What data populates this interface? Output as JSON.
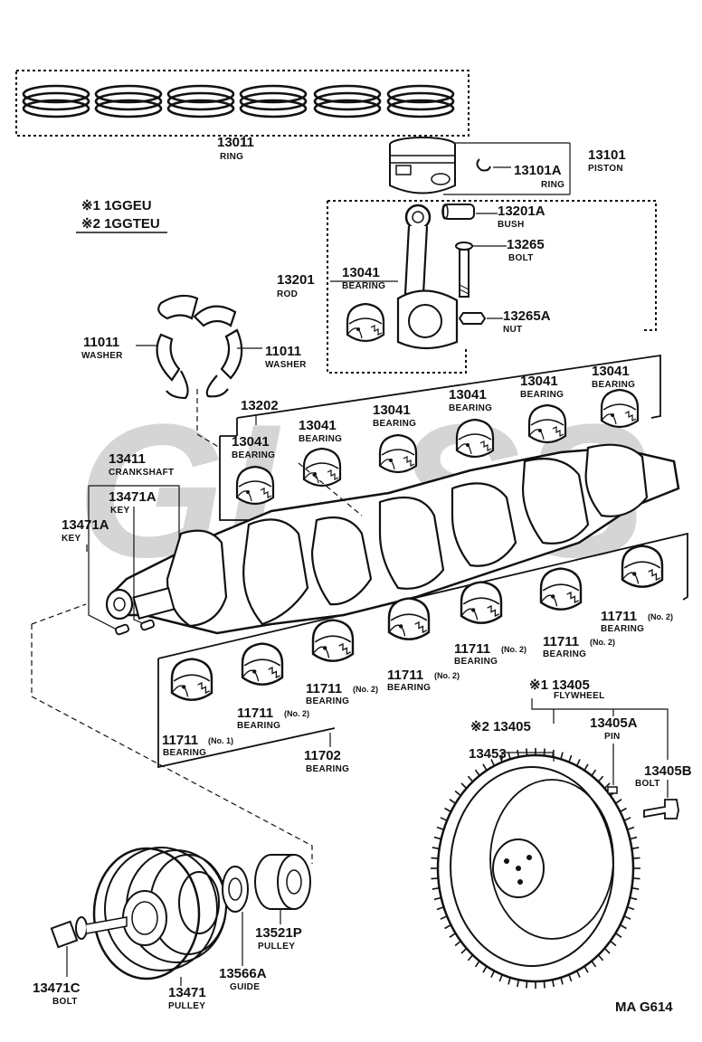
{
  "legend": {
    "line1": "※1 1GGEU",
    "line2": "※2 1GGTEU"
  },
  "watermark": "GL.SS",
  "parts": {
    "ring_set": {
      "number": "13011",
      "name": "RING"
    },
    "piston": {
      "number": "13101",
      "name": "PISTON"
    },
    "piston_ring": {
      "number": "13101A",
      "name": "RING"
    },
    "bush": {
      "number": "13201A",
      "name": "BUSH"
    },
    "rod_bolt": {
      "number": "13265",
      "name": "BOLT"
    },
    "rod": {
      "number": "13201",
      "name": "ROD"
    },
    "rod_bearing": {
      "number": "13041",
      "name": "BEARING"
    },
    "rod_nut": {
      "number": "13265A",
      "name": "NUT"
    },
    "washer_left": {
      "number": "11011",
      "name": "WASHER"
    },
    "washer_right": {
      "number": "11011",
      "name": "WASHER"
    },
    "rod_bearing_set": {
      "number": "13202"
    },
    "crankshaft": {
      "number": "13411",
      "name": "CRANKSHAFT"
    },
    "key_a": {
      "number": "13471A",
      "name": "KEY"
    },
    "key_b": {
      "number": "13471A",
      "name": "KEY"
    },
    "main_bearing_no2": {
      "number": "11711",
      "suffix": "(No. 2)",
      "name": "BEARING"
    },
    "main_bearing_no1": {
      "number": "11711",
      "suffix": "(No. 1)",
      "name": "BEARING"
    },
    "main_bearing_set": {
      "number": "11702",
      "name": "BEARING"
    },
    "flywheel_1": {
      "number": "※1 13405",
      "name": "FLYWHEEL"
    },
    "flywheel_2": {
      "number": "※2 13405"
    },
    "ring_gear": {
      "number": "13453"
    },
    "pin": {
      "number": "13405A",
      "name": "PIN"
    },
    "flywheel_bolt": {
      "number": "13405B",
      "name": "BOLT"
    },
    "pulley_bolt": {
      "number": "13471C",
      "name": "BOLT"
    },
    "pulley": {
      "number": "13471",
      "name": "PULLEY"
    },
    "guide": {
      "number": "13566A",
      "name": "GUIDE"
    },
    "timing_pulley": {
      "number": "13521P",
      "name": "PULLEY"
    }
  },
  "footer_code": "MA G614"
}
